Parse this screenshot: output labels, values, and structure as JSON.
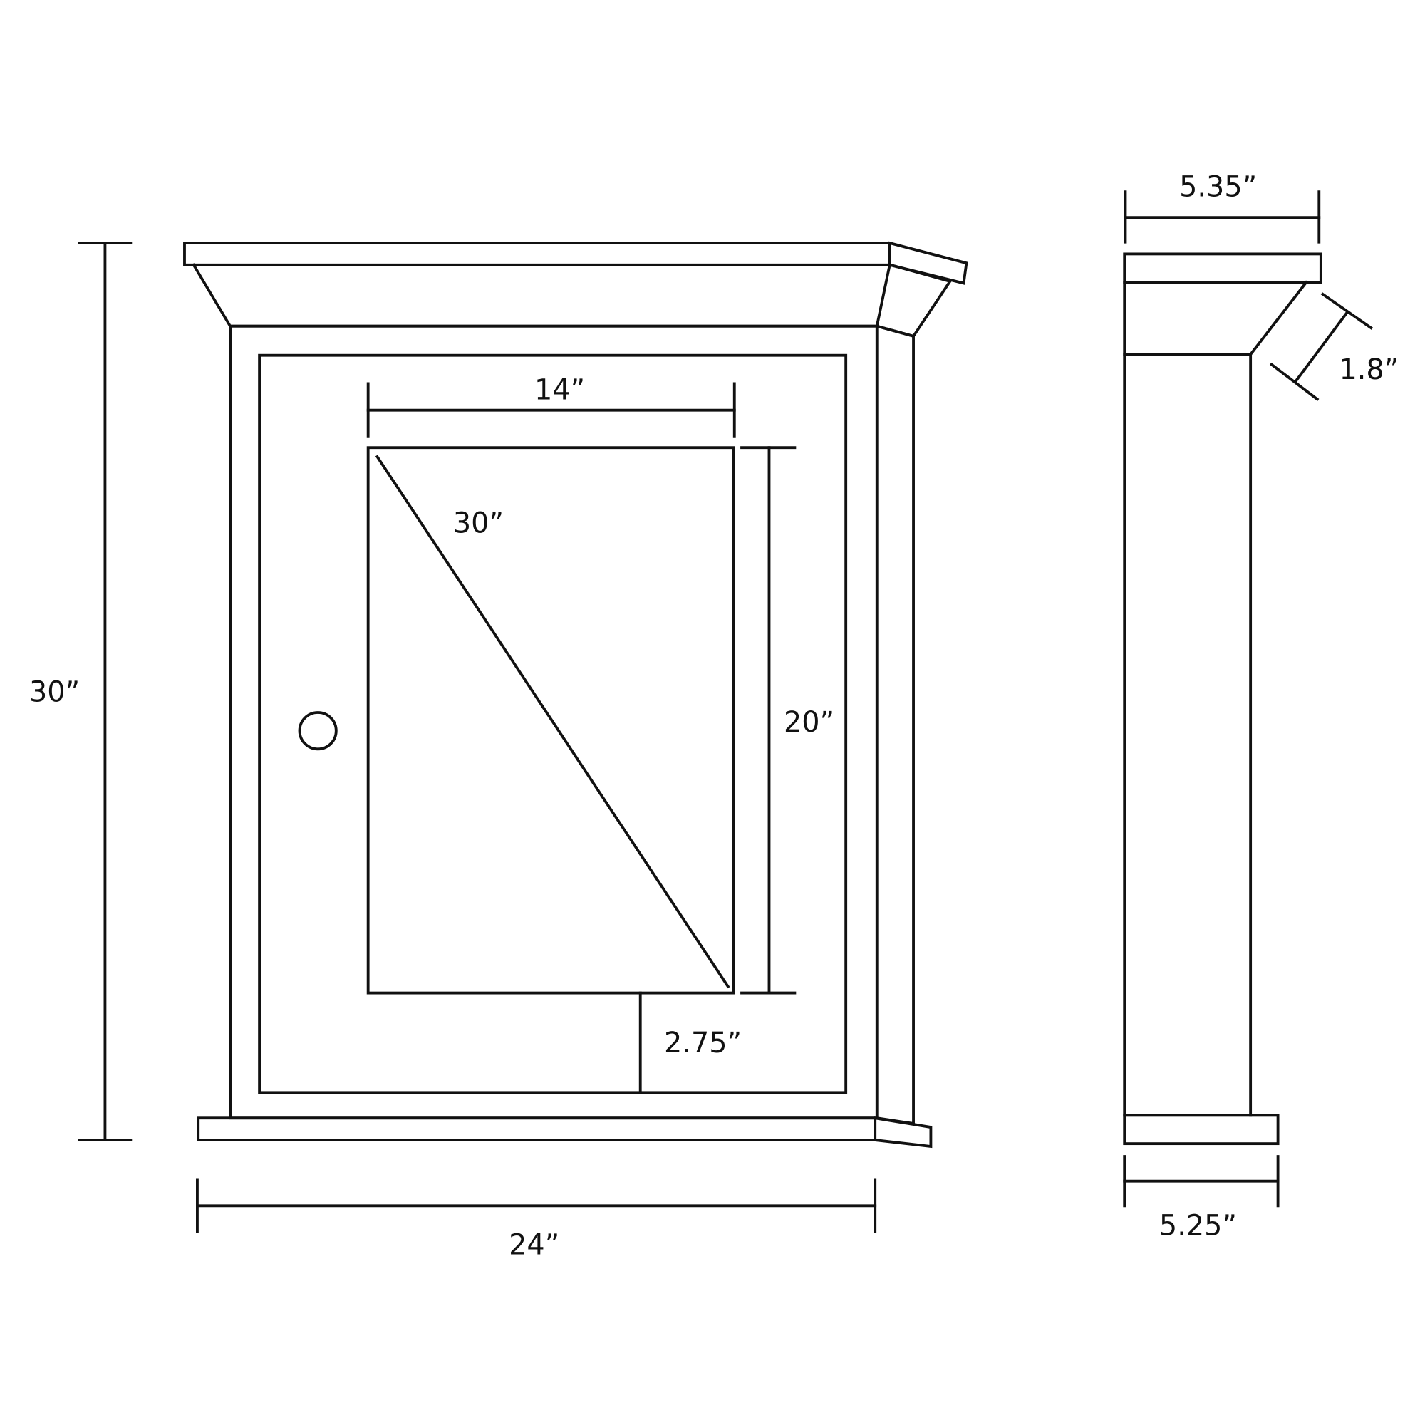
{
  "front_view": {
    "overall_height": "30”",
    "overall_width": "24”",
    "mirror_width": "14”",
    "mirror_height": "20”",
    "mirror_diagonal": "30”",
    "mirror_bottom_offset": "2.75”"
  },
  "side_view": {
    "top_depth": "5.35”",
    "crown_depth": "1.8”",
    "bottom_depth": "5.25”"
  },
  "colors": {
    "line": "#111111",
    "background": "#ffffff"
  }
}
